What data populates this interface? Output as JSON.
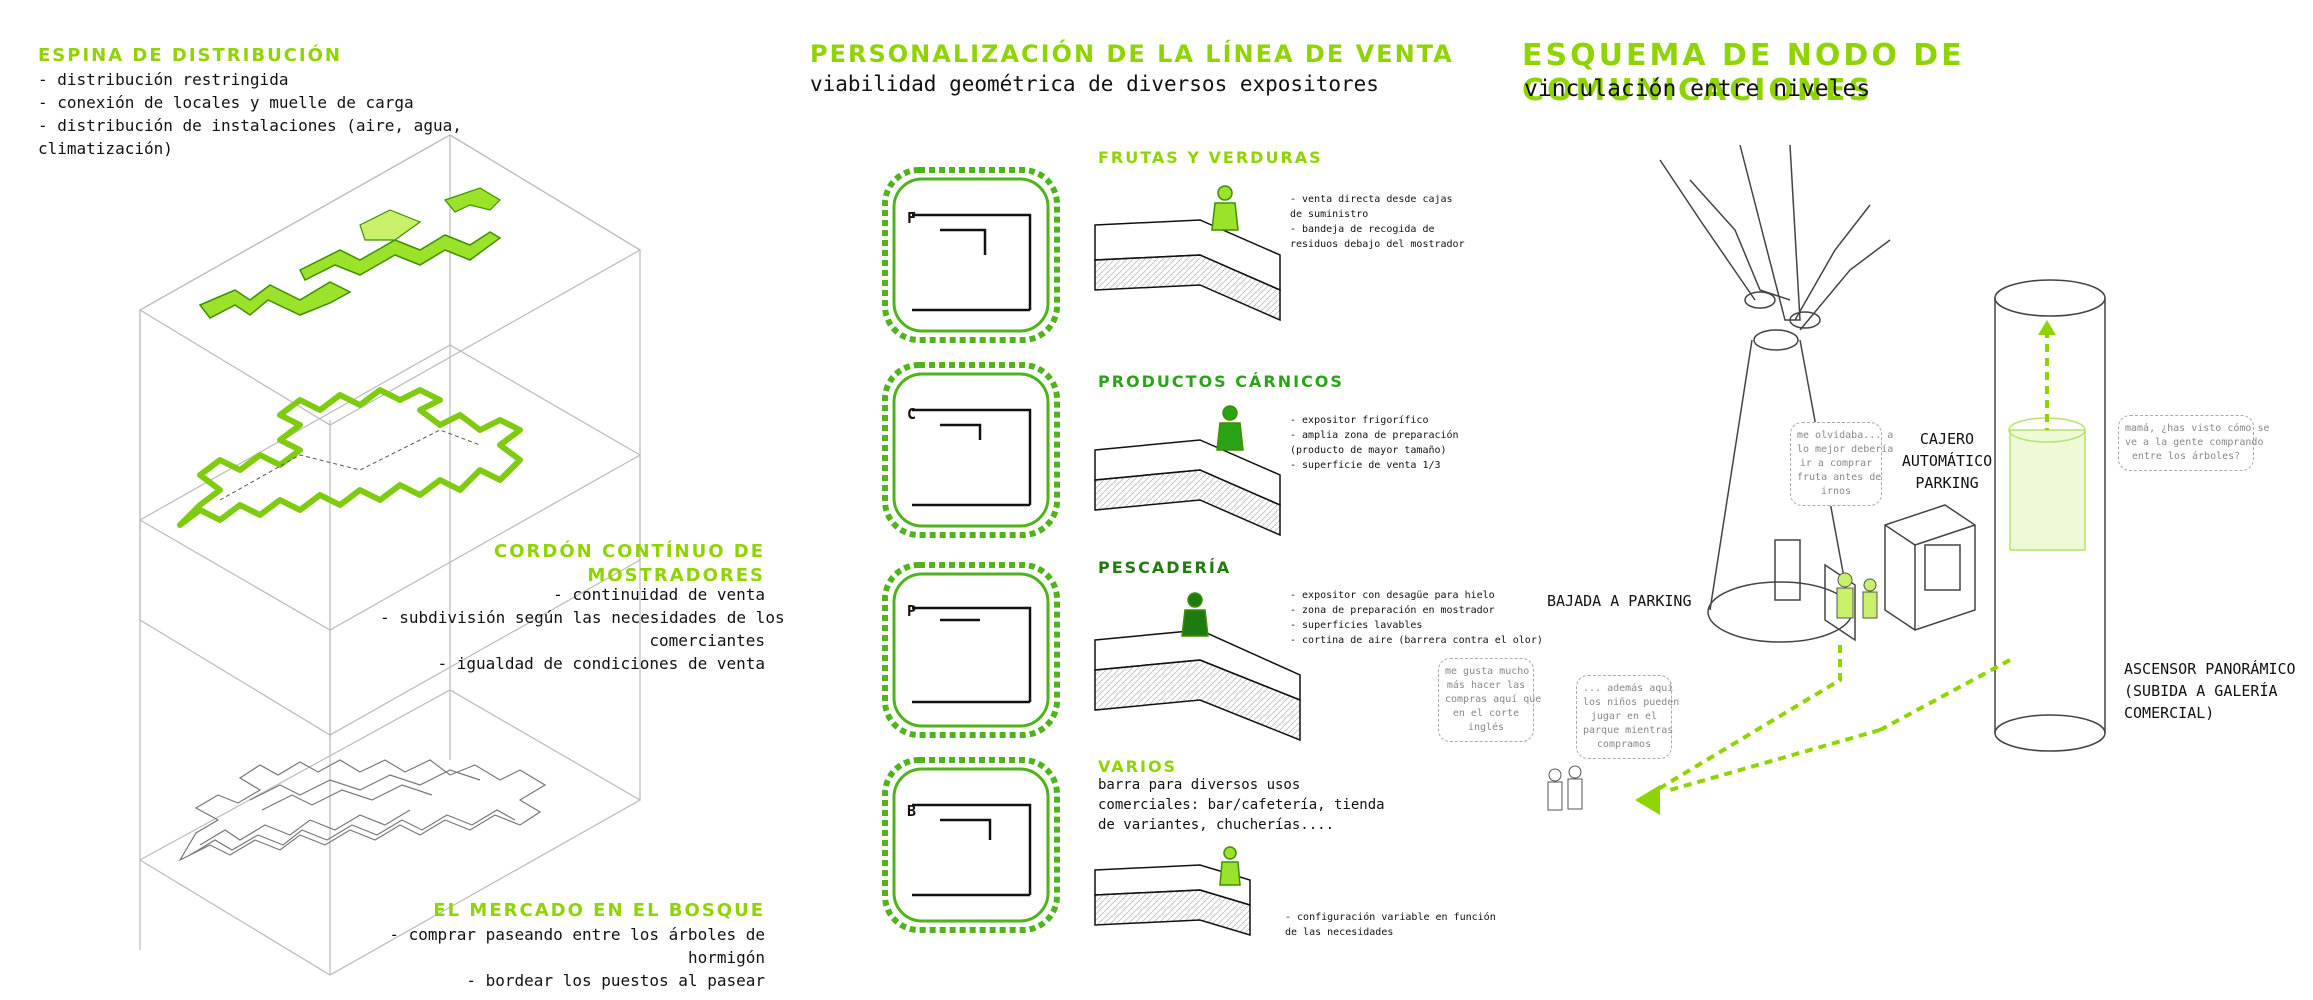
{
  "left": {
    "section1": {
      "title": "espina de distribución",
      "items": [
        "- distribución restringida",
        "- conexión de locales y muelle de carga",
        "- distribución de instalaciones (aire, agua,",
        "climatización)"
      ]
    },
    "section2": {
      "title_line1": "cordón contínuo de",
      "title_line2": "mostradores",
      "items": [
        "- continuidad de venta",
        "- subdivisión según las necesidades de los",
        "comerciantes",
        "- igualdad de condiciones de venta"
      ]
    },
    "section3": {
      "title": "el mercado en el bosque",
      "items": [
        "- comprar paseando entre los árboles de",
        "hormigón",
        "- bordear los puestos al pasear"
      ]
    }
  },
  "middle": {
    "title": "personalización de la línea de venta",
    "subtitle": "viabilidad geométrica de diversos expositores",
    "cards": [
      {
        "letter": "F",
        "title": "frutas y verduras",
        "notes": [
          "- venta directa desde cajas",
          "de suministro",
          "- bandeja de recogida de",
          "residuos debajo del mostrador"
        ]
      },
      {
        "letter": "C",
        "title": "productos cárnicos",
        "notes": [
          "- expositor frigorífico",
          "- amplia zona de preparación",
          "(producto de mayor tamaño)",
          "- superficie de venta 1/3"
        ]
      },
      {
        "letter": "P",
        "title": "pescadería",
        "notes": [
          "- expositor con desagüe para hielo",
          "- zona de preparación en mostrador",
          "- superficies lavables",
          "- cortina de aire (barrera contra el olor)"
        ]
      },
      {
        "letter": "B",
        "title": "varios",
        "desc": [
          "barra para diversos usos",
          "comerciales: bar/cafetería, tienda",
          "de variantes, chucherías...."
        ],
        "notes": [
          "- configuración variable en función",
          "de las necesidades"
        ]
      }
    ]
  },
  "right": {
    "title": "esquema de nodo de comunicaciones",
    "subtitle": "vinculación entre niveles",
    "labels": {
      "cajero": [
        "CAJERO",
        "AUTOMÁTICO",
        "PARKING"
      ],
      "bajada": "BAJADA A PARKING",
      "ascensor": [
        "ASCENSOR PANORÁMICO",
        "(SUBIDA A GALERÍA",
        "COMERCIAL)"
      ]
    },
    "bubbles": {
      "b1": [
        "me olvidaba... a",
        "lo mejor debería",
        "ir a comprar",
        "fruta antes de",
        "irnos"
      ],
      "b2": [
        "mamá, ¿has visto cómo se",
        "ve a la gente comprando",
        "entre los árboles?"
      ],
      "b3": [
        "me gusta mucho",
        "más hacer las",
        "compras aquí que",
        "en el corte",
        "inglés"
      ],
      "b4": [
        "... además aquí",
        "los niños pueden",
        "jugar en el",
        "parque mientras",
        "compramos"
      ]
    }
  },
  "colors": {
    "accent": "#8fd400",
    "dark_accent": "#2aa318",
    "light": "#c8f06a"
  }
}
